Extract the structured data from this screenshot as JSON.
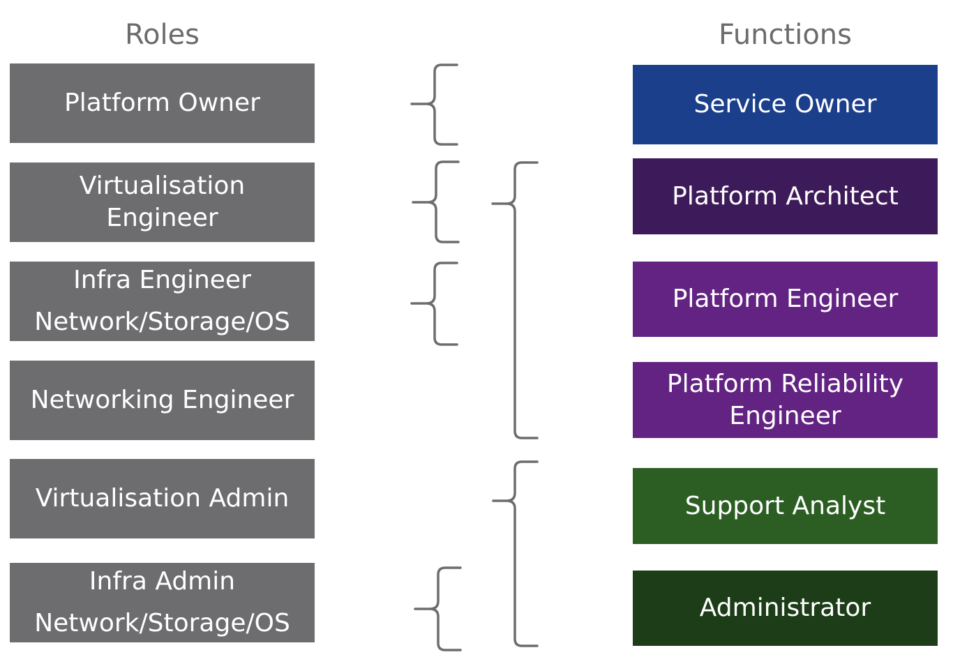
{
  "headings": {
    "roles": "Roles",
    "functions": "Functions"
  },
  "roles": [
    {
      "lines": [
        "Platform Owner"
      ]
    },
    {
      "lines": [
        "Virtualisation",
        "Engineer"
      ]
    },
    {
      "lines": [
        "Infra Engineer",
        "Network/Storage/OS"
      ]
    },
    {
      "lines": [
        "Networking Engineer"
      ]
    },
    {
      "lines": [
        "Virtualisation Admin"
      ]
    },
    {
      "lines": [
        "Infra Admin",
        "Network/Storage/OS"
      ]
    }
  ],
  "functions": [
    {
      "lines": [
        "Service Owner"
      ],
      "color": "#1b3f8b"
    },
    {
      "lines": [
        "Platform Architect"
      ],
      "color": "#3d1a59"
    },
    {
      "lines": [
        "Platform Engineer"
      ],
      "color": "#622382"
    },
    {
      "lines": [
        "Platform Reliability",
        "Engineer"
      ],
      "color": "#622382"
    },
    {
      "lines": [
        "Support Analyst"
      ],
      "color": "#2c5e24"
    },
    {
      "lines": [
        "Administrator"
      ],
      "color": "#1c3d18"
    }
  ],
  "colors": {
    "role_box": "#6d6d70",
    "heading_text": "#6b6b6e",
    "bracket": "#6d6d70",
    "box_text": "#ffffff"
  }
}
